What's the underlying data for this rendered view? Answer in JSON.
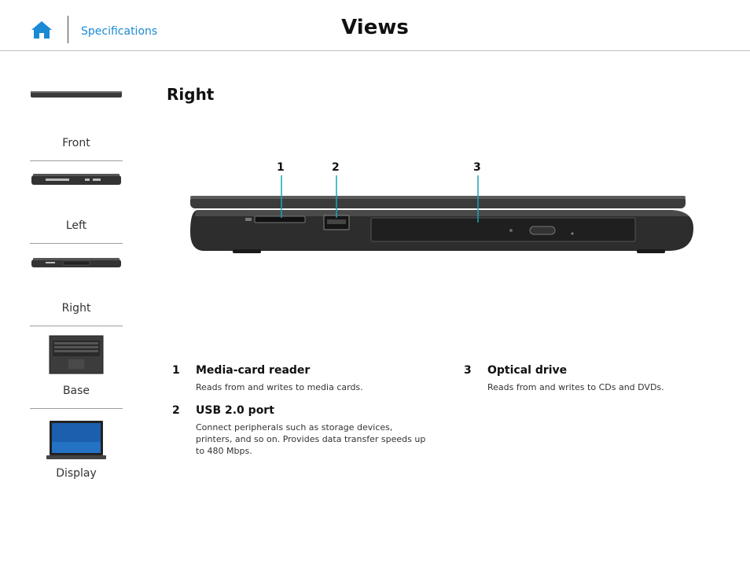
{
  "header": {
    "home_icon": "home-icon",
    "specifications_link": "Specifications",
    "title": "Views"
  },
  "sidebar": {
    "items": [
      {
        "label": "Front",
        "icon": "laptop-front-thumbnail"
      },
      {
        "label": "Left",
        "icon": "laptop-left-thumbnail"
      },
      {
        "label": "Right",
        "icon": "laptop-right-thumbnail"
      },
      {
        "label": "Base",
        "icon": "laptop-base-thumbnail"
      },
      {
        "label": "Display",
        "icon": "laptop-display-thumbnail"
      }
    ]
  },
  "section": {
    "title": "Right",
    "callouts": [
      "1",
      "2",
      "3"
    ]
  },
  "legend": {
    "items": [
      {
        "number": "1",
        "name": "Media-card reader",
        "description": "Reads from and writes to media cards."
      },
      {
        "number": "2",
        "name": "USB 2.0 port",
        "description": "Connect peripherals such as storage devices, printers, and so on. Provides data transfer speeds up to 480 Mbps."
      },
      {
        "number": "3",
        "name": "Optical drive",
        "description": "Reads from and writes to CDs and DVDs."
      }
    ]
  },
  "colors": {
    "accent": "#1a8ad4",
    "callout_line": "#17a5b8"
  }
}
